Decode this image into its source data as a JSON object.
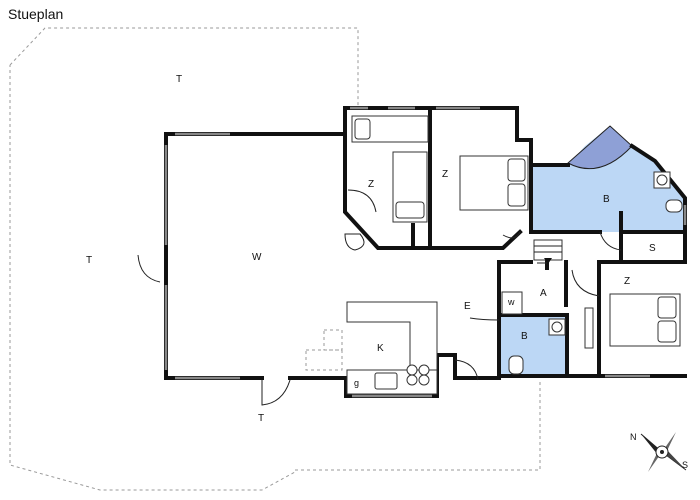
{
  "title": "Stueplan",
  "rooms": {
    "terrace_top": "T",
    "terrace_left": "T",
    "terrace_bottom": "T",
    "living": "W",
    "bedroom_1": "Z",
    "bedroom_2": "Z",
    "bedroom_3": "Z",
    "bathroom_1": "B",
    "bathroom_2": "B",
    "kitchen": "K",
    "entrance": "E",
    "utility": "A",
    "laundry": "w",
    "wardrobe": "S",
    "garbage": "g"
  },
  "compass": {
    "n": "N",
    "s": "S"
  }
}
